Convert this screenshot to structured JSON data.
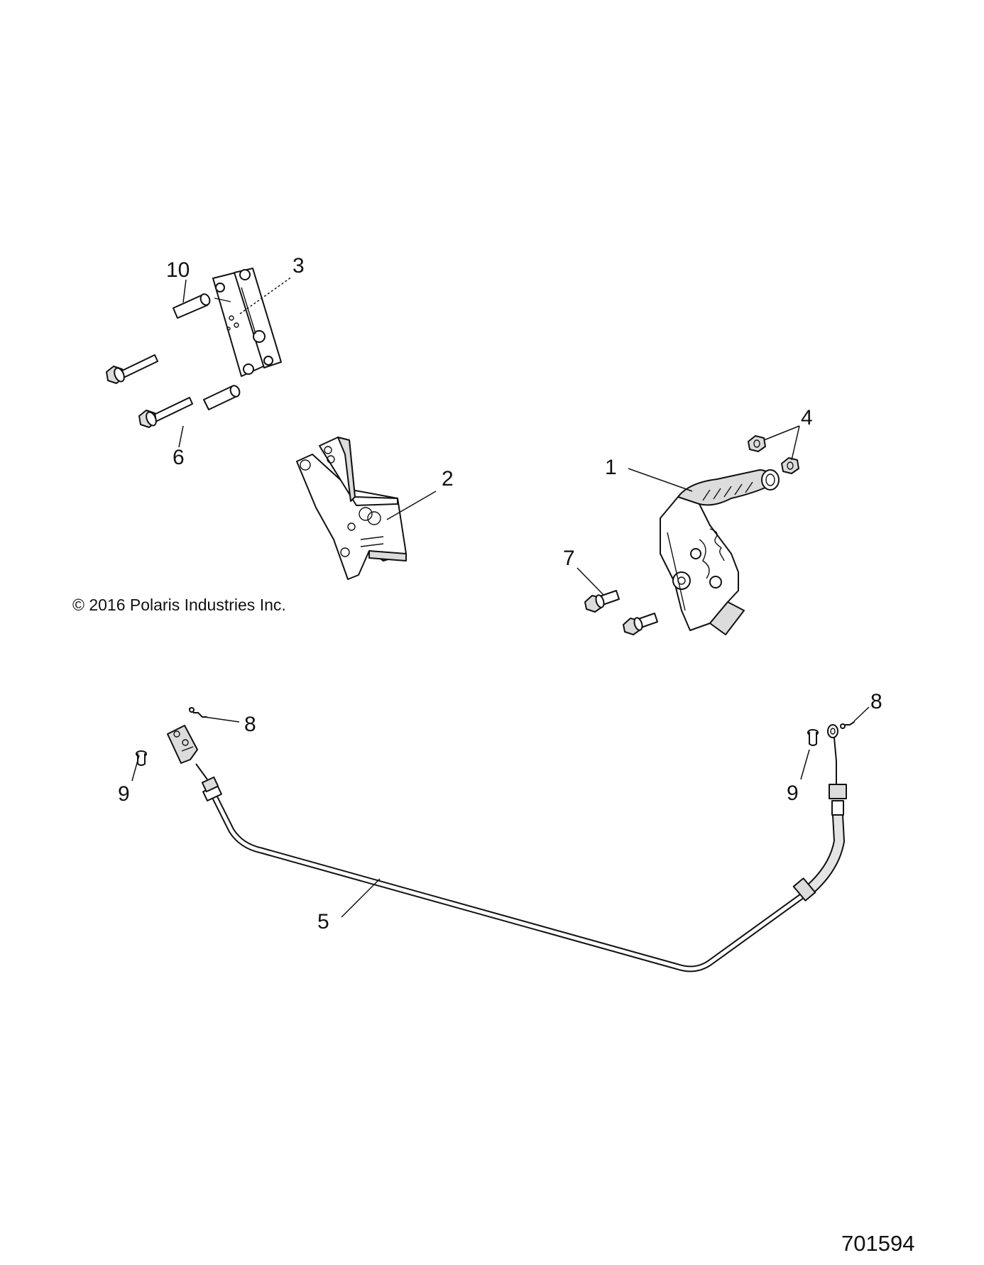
{
  "callouts": {
    "c1": "1",
    "c2": "2",
    "c3": "3",
    "c4": "4",
    "c5": "5",
    "c6": "6",
    "c7": "7",
    "c8_left": "8",
    "c8_right": "8",
    "c9_left": "9",
    "c9_right": "9",
    "c10": "10"
  },
  "copyright": "© 2016  Polaris Industries Inc.",
  "diagram_id": "701594"
}
